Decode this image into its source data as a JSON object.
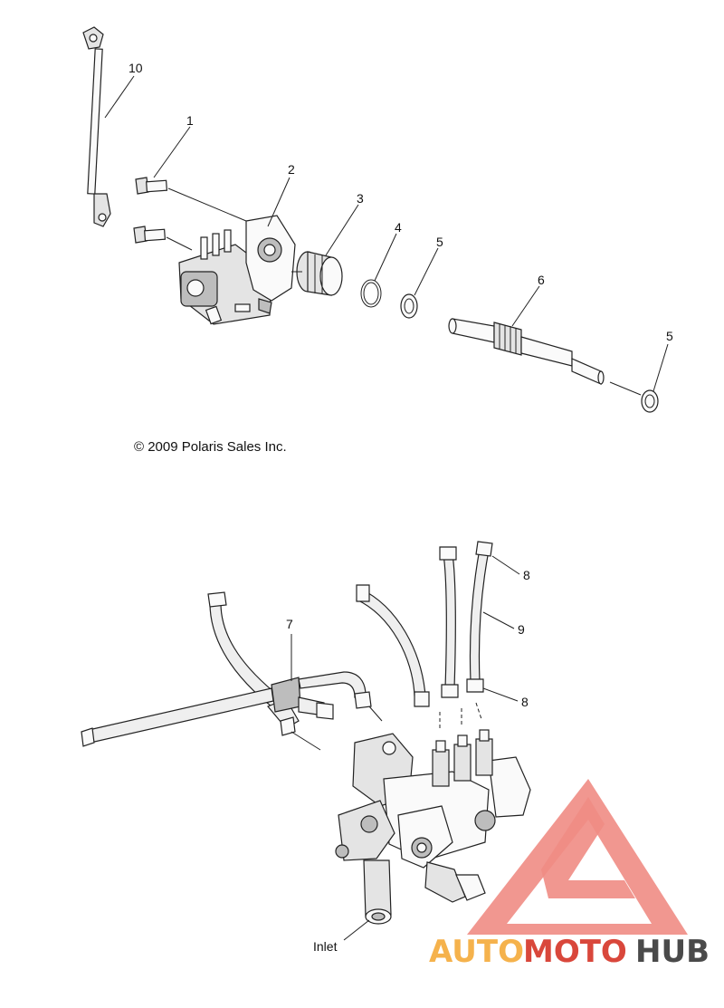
{
  "callouts": {
    "c1": "1",
    "c2": "2",
    "c3": "3",
    "c4": "4",
    "c5a": "5",
    "c5b": "5",
    "c6": "6",
    "c7": "7",
    "c8a": "8",
    "c8b": "8",
    "c9": "9",
    "c10": "10",
    "inlet": "Inlet"
  },
  "copyright": "© 2009 Polaris Sales Inc.",
  "watermark": {
    "word_auto": "AUTO",
    "word_moto": "MOTO",
    "word_hub": "HUB"
  },
  "colors": {
    "logo_triangle": "#f08c84",
    "logo_auto": "#f5b24c",
    "logo_moto": "#d9473b",
    "logo_hub": "#4a4a4a"
  }
}
